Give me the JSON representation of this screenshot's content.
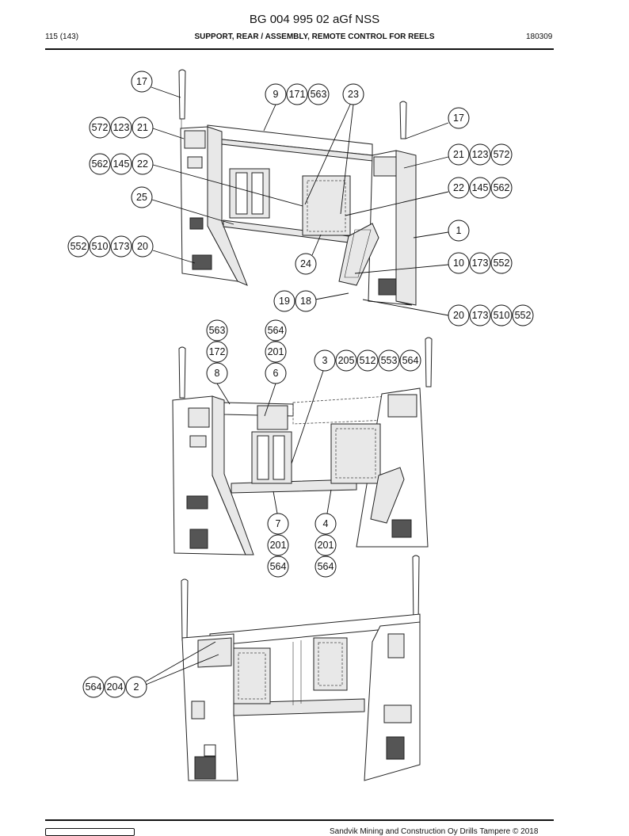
{
  "header": {
    "doc_code": "BG 004 995 02 aGf NSS",
    "page": "115 (143)",
    "title": "SUPPORT, REAR / ASSEMBLY, REMOTE CONTROL FOR REELS",
    "date_code": "180309"
  },
  "footer": {
    "copyright": "Sandvik Mining and Construction Oy Drills Tampere © 2018"
  },
  "callouts": {
    "v1": [
      "17",
      "9",
      "171",
      "563",
      "23",
      "572",
      "123",
      "21",
      "17",
      "562",
      "145",
      "22",
      "21",
      "123",
      "572",
      "22",
      "145",
      "562",
      "25",
      "1",
      "552",
      "510",
      "173",
      "20",
      "24",
      "10",
      "173",
      "552",
      "19",
      "18",
      "20",
      "173",
      "510",
      "552"
    ],
    "v2": [
      "563",
      "564",
      "172",
      "201",
      "8",
      "6",
      "3",
      "205",
      "512",
      "553",
      "564",
      "7",
      "4",
      "201",
      "201",
      "564",
      "564"
    ],
    "v3": [
      "564",
      "204",
      "2"
    ]
  },
  "colors": {
    "line": "#111111",
    "shade": "#e8e8e8",
    "dark": "#555555"
  }
}
